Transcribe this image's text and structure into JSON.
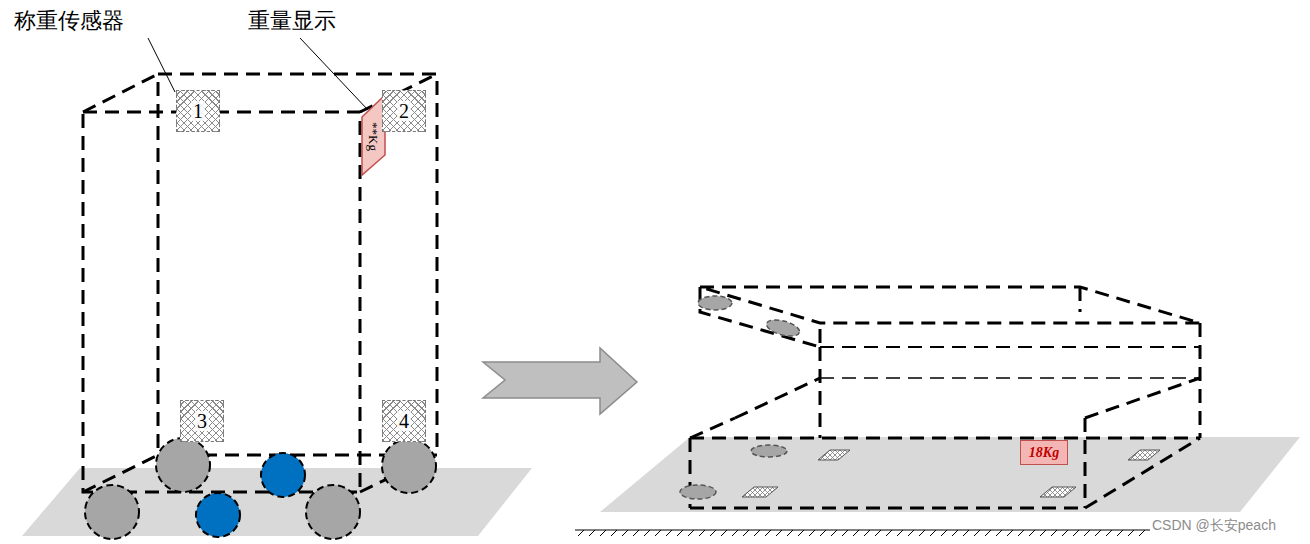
{
  "diagram": {
    "nodes": [
      {
        "text": [
          "1"
        ]
      },
      {
        "text": [
          "2"
        ]
      },
      {
        "text": [
          "**Kg"
        ]
      },
      {
        "text": [
          "3"
        ]
      },
      {
        "text": [
          "4"
        ]
      },
      {
        "text": [
          "18Kg"
        ]
      }
    ],
    "labels": [
      "称重传感器",
      "重量显示",
      "CSDN @长安peach"
    ]
  }
}
